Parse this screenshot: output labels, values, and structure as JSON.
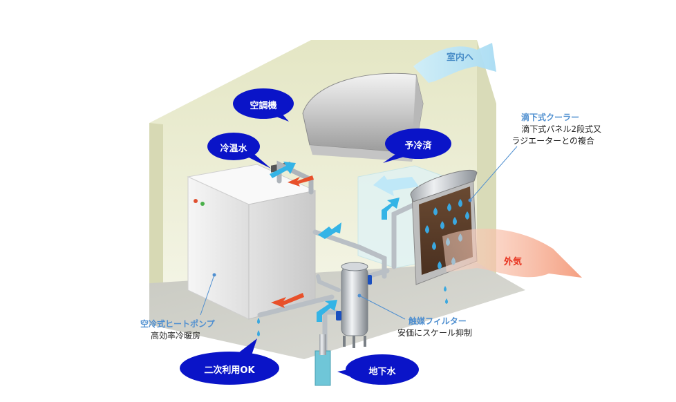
{
  "colors": {
    "bubble": "#0a14c8",
    "label_blue": "#4f8fd0",
    "outside_red": "#e8321e",
    "room_wall": "#eceed4",
    "arrow_cyan": "#34b4e6",
    "arrow_red": "#e8502a"
  },
  "bubbles": {
    "aircon": "空調機",
    "coldhot_water": "冷温水",
    "precooled": "予冷済",
    "secondary_use": "二次利用OK",
    "groundwater": "地下水"
  },
  "flows": {
    "to_room": "室内へ",
    "outside_air": "外気"
  },
  "labels": {
    "drip_cooler": {
      "title": "滴下式クーラー",
      "line1": "滴下式パネル2段式又",
      "line2": "ラジエーターとの複合"
    },
    "heat_pump": {
      "title": "空冷式ヒートポンプ",
      "line1": "高効率冷暖房"
    },
    "catalyst_filter": {
      "title": "触媒フィルター",
      "line1": "安価にスケール抑制"
    }
  }
}
